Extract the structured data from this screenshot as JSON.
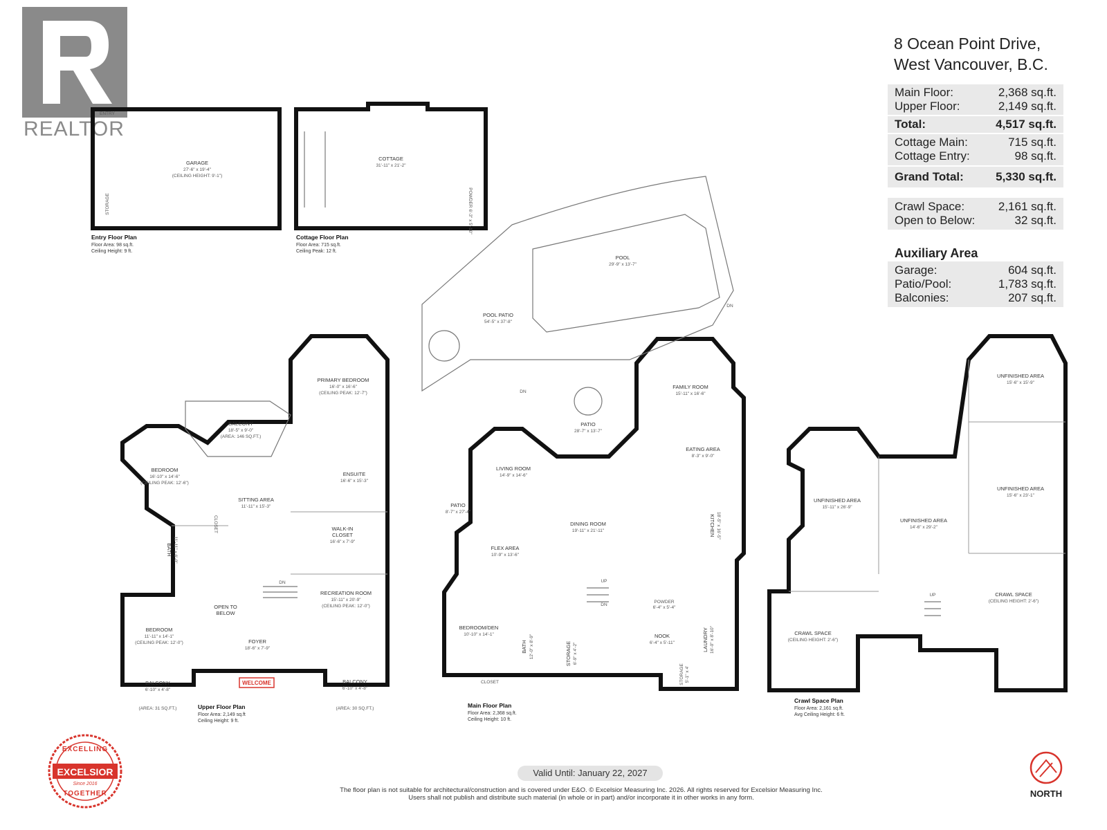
{
  "header": {
    "address_line1": "8 Ocean Point Drive,",
    "address_line2": "West Vancouver, B.C."
  },
  "areas": {
    "main": [
      {
        "label": "Main Floor:",
        "value": "2,368 sq.ft."
      },
      {
        "label": "Upper Floor:",
        "value": "2,149 sq.ft."
      },
      {
        "label": "Total:",
        "value": "4,517 sq.ft."
      },
      {
        "label": "Cottage Main:",
        "value": "715 sq.ft."
      },
      {
        "label": "Cottage Entry:",
        "value": "98 sq.ft."
      },
      {
        "label": "Grand Total:",
        "value": "5,330 sq.ft."
      }
    ],
    "crawl": [
      {
        "label": "Crawl Space:",
        "value": "2,161 sq.ft."
      },
      {
        "label": "Open to Below:",
        "value": "32 sq.ft."
      }
    ],
    "auxiliary_title": "Auxiliary Area",
    "auxiliary": [
      {
        "label": "Garage:",
        "value": "604 sq.ft."
      },
      {
        "label": "Patio/Pool:",
        "value": "1,783 sq.ft."
      },
      {
        "label": "Balconies:",
        "value": "207 sq.ft."
      }
    ]
  },
  "logos": {
    "realtor_text": "REALTOR",
    "excelsior_name": "EXCELSIOR",
    "excelsior_top": "EXCELLING",
    "excelsior_bottom": "TOGETHER",
    "excelsior_since": "Since 2016"
  },
  "plans": {
    "entry": {
      "title": "Entry Floor Plan",
      "line1": "Floor Area: 98 sq.ft.",
      "line2": "Ceiling Height: 9 ft."
    },
    "cottage": {
      "title": "Cottage Floor Plan",
      "line1": "Floor Area: 715 sq.ft.",
      "line2": "Ceiling Peak: 12 ft."
    },
    "upper": {
      "title": "Upper Floor Plan",
      "line1": "Floor Area: 2,149 sq.ft",
      "line2": "Ceiling Height: 9 ft."
    },
    "main": {
      "title": "Main Floor Plan",
      "line1": "Floor Area: 2,368 sq.ft.",
      "line2": "Ceiling Height: 10 ft."
    },
    "crawl": {
      "title": "Crawl Space Plan",
      "line1": "Floor Area: 2,161 sq.ft.",
      "line2": "Avg Ceiling Height: 6 ft."
    }
  },
  "rooms": {
    "garage": {
      "name": "GARAGE",
      "dim": "27'-6\" x 19'-4\"",
      "extra": "(CEILING HEIGHT: 9'-1\")"
    },
    "entry": "ENTRY",
    "storage_garage": "STORAGE",
    "cottage": {
      "name": "COTTAGE",
      "dim": "31'-11\" x 21'-2\""
    },
    "cottage_powder": "POWDER 6'-3\" x 5'-10\"",
    "pool": {
      "name": "POOL",
      "dim": "29'-9\" x 13'-7\""
    },
    "pool_patio": {
      "name": "POOL PATIO",
      "dim": "54'-5\" x 37'-8\""
    },
    "primary_bedroom": {
      "name": "PRIMARY BEDROOM",
      "dim": "16'-0\" x 16'-6\"",
      "extra": "(CEILING PEAK: 12'-7\")"
    },
    "balcony_upper": {
      "name": "BALCONY",
      "dim": "18'-5\" x 9'-0\"",
      "extra": "(AREA: 146 SQ.FT.)"
    },
    "bedroom1": {
      "name": "BEDROOM",
      "dim": "16'-10\" x 14'-6\"",
      "extra": "(CEILING PEAK: 12'-6\")"
    },
    "ensuite": {
      "name": "ENSUITE",
      "dim": "16'-6\" x 15'-3\""
    },
    "sitting": {
      "name": "SITTING AREA",
      "dim": "11'-11\" x 15'-3\""
    },
    "walkin": {
      "name": "WALK-IN",
      "name2": "CLOSET",
      "dim": "16'-6\" x 7'-9\""
    },
    "bath_upper": {
      "name": "BATH",
      "dim": "11'-11\" x 6'-0\""
    },
    "closet": "CLOSET",
    "recreation": {
      "name": "RECREATION ROOM",
      "dim": "15'-11\" x 20'-9\"",
      "extra": "(CEILING PEAK: 12'-0\")"
    },
    "open_below": {
      "name": "OPEN TO",
      "name2": "BELOW"
    },
    "bedroom2": {
      "name": "BEDROOM",
      "dim": "11'-11\" x 14'-1\"",
      "extra": "(CEILING PEAK: 12'-0\")"
    },
    "foyer": {
      "name": "FOYER",
      "dim": "18'-6\" x 7'-9\""
    },
    "balcony_left": {
      "name": "BALCONY",
      "dim": "6'-10\" x 4'-8\"",
      "extra": "(AREA: 31 SQ.FT.)"
    },
    "balcony_right": {
      "name": "BALCONY",
      "dim": "6'-10\" x 4'-8\"",
      "extra": "(AREA: 30 SQ.FT.)"
    },
    "welcome": "WELCOME",
    "dn": "DN",
    "up": "UP",
    "family": {
      "name": "FAMILY ROOM",
      "dim": "15'-11\" x 16'-6\""
    },
    "patio_main": {
      "name": "PATIO",
      "dim": "28'-7\" x 13'-7\""
    },
    "eating": {
      "name": "EATING AREA",
      "dim": "8'-3\" x 9'-0\""
    },
    "living": {
      "name": "LIVING ROOM",
      "dim": "14'-9\" x 14'-6\""
    },
    "dining": {
      "name": "DINING ROOM",
      "dim": "19'-11\" x 21'-11\""
    },
    "patio_side": {
      "name": "PATIO",
      "dim": "8'-7\" x 27'-4\""
    },
    "kitchen": {
      "name": "KITCHEN",
      "dim": "18'-5\" x 16'-5\""
    },
    "flex": {
      "name": "FLEX AREA",
      "dim": "10'-9\" x 13'-6\""
    },
    "bedroom_den": {
      "name": "BEDROOM/DEN",
      "dim": "10'-10\" x 14'-1\""
    },
    "bath_main": {
      "name": "BATH",
      "dim": "12'-0\" x 8'-9\""
    },
    "storage_main": {
      "name": "STORAGE",
      "dim": "6'-9\" x 4'-2\""
    },
    "powder_main": {
      "name": "POWDER",
      "dim": "6'-4\" x 5'-4\""
    },
    "nook": {
      "name": "NOOK",
      "dim": "6'-4\" x 5'-11\""
    },
    "laundry": {
      "name": "LAUNDRY",
      "dim": "16'-0\" x 8'-10\""
    },
    "storage_small": {
      "name": "STORAGE",
      "dim": "5'-1\" x 4'"
    },
    "unf1": {
      "name": "UNFINISHED AREA",
      "dim": "15'-6\" x 15'-9\""
    },
    "unf2": {
      "name": "UNFINISHED AREA",
      "dim": "15'-11\" x 26'-9\""
    },
    "unf3": {
      "name": "UNFINISHED AREA",
      "dim": "15'-6\" x 23'-1\""
    },
    "unf4": {
      "name": "UNFINISHED AREA",
      "dim": "14'-6\" x 29'-2\""
    },
    "crawl1": {
      "name": "CRAWL SPACE",
      "dim": "(CEILING HEIGHT: 2'-6\")"
    },
    "crawl2": {
      "name": "CRAWL SPACE",
      "dim": "(CEILING HEIGHT: 2'-6\")"
    }
  },
  "footer": {
    "valid": "Valid Until: January 22, 2027",
    "disclaimer": "The floor plan is not suitable for architectural/construction and is covered under E&O. © Excelsior Measuring Inc. 2026. All rights reserved for Excelsior Measuring Inc. Users shall not publish and distribute such material (in whole or in part) and/or incorporate it in other works in any form.",
    "north": "NORTH"
  },
  "colors": {
    "wall": "#111111",
    "panel": "#e9e9e9",
    "accent_red": "#d8342c",
    "logo_gray": "#8a8a8a"
  }
}
